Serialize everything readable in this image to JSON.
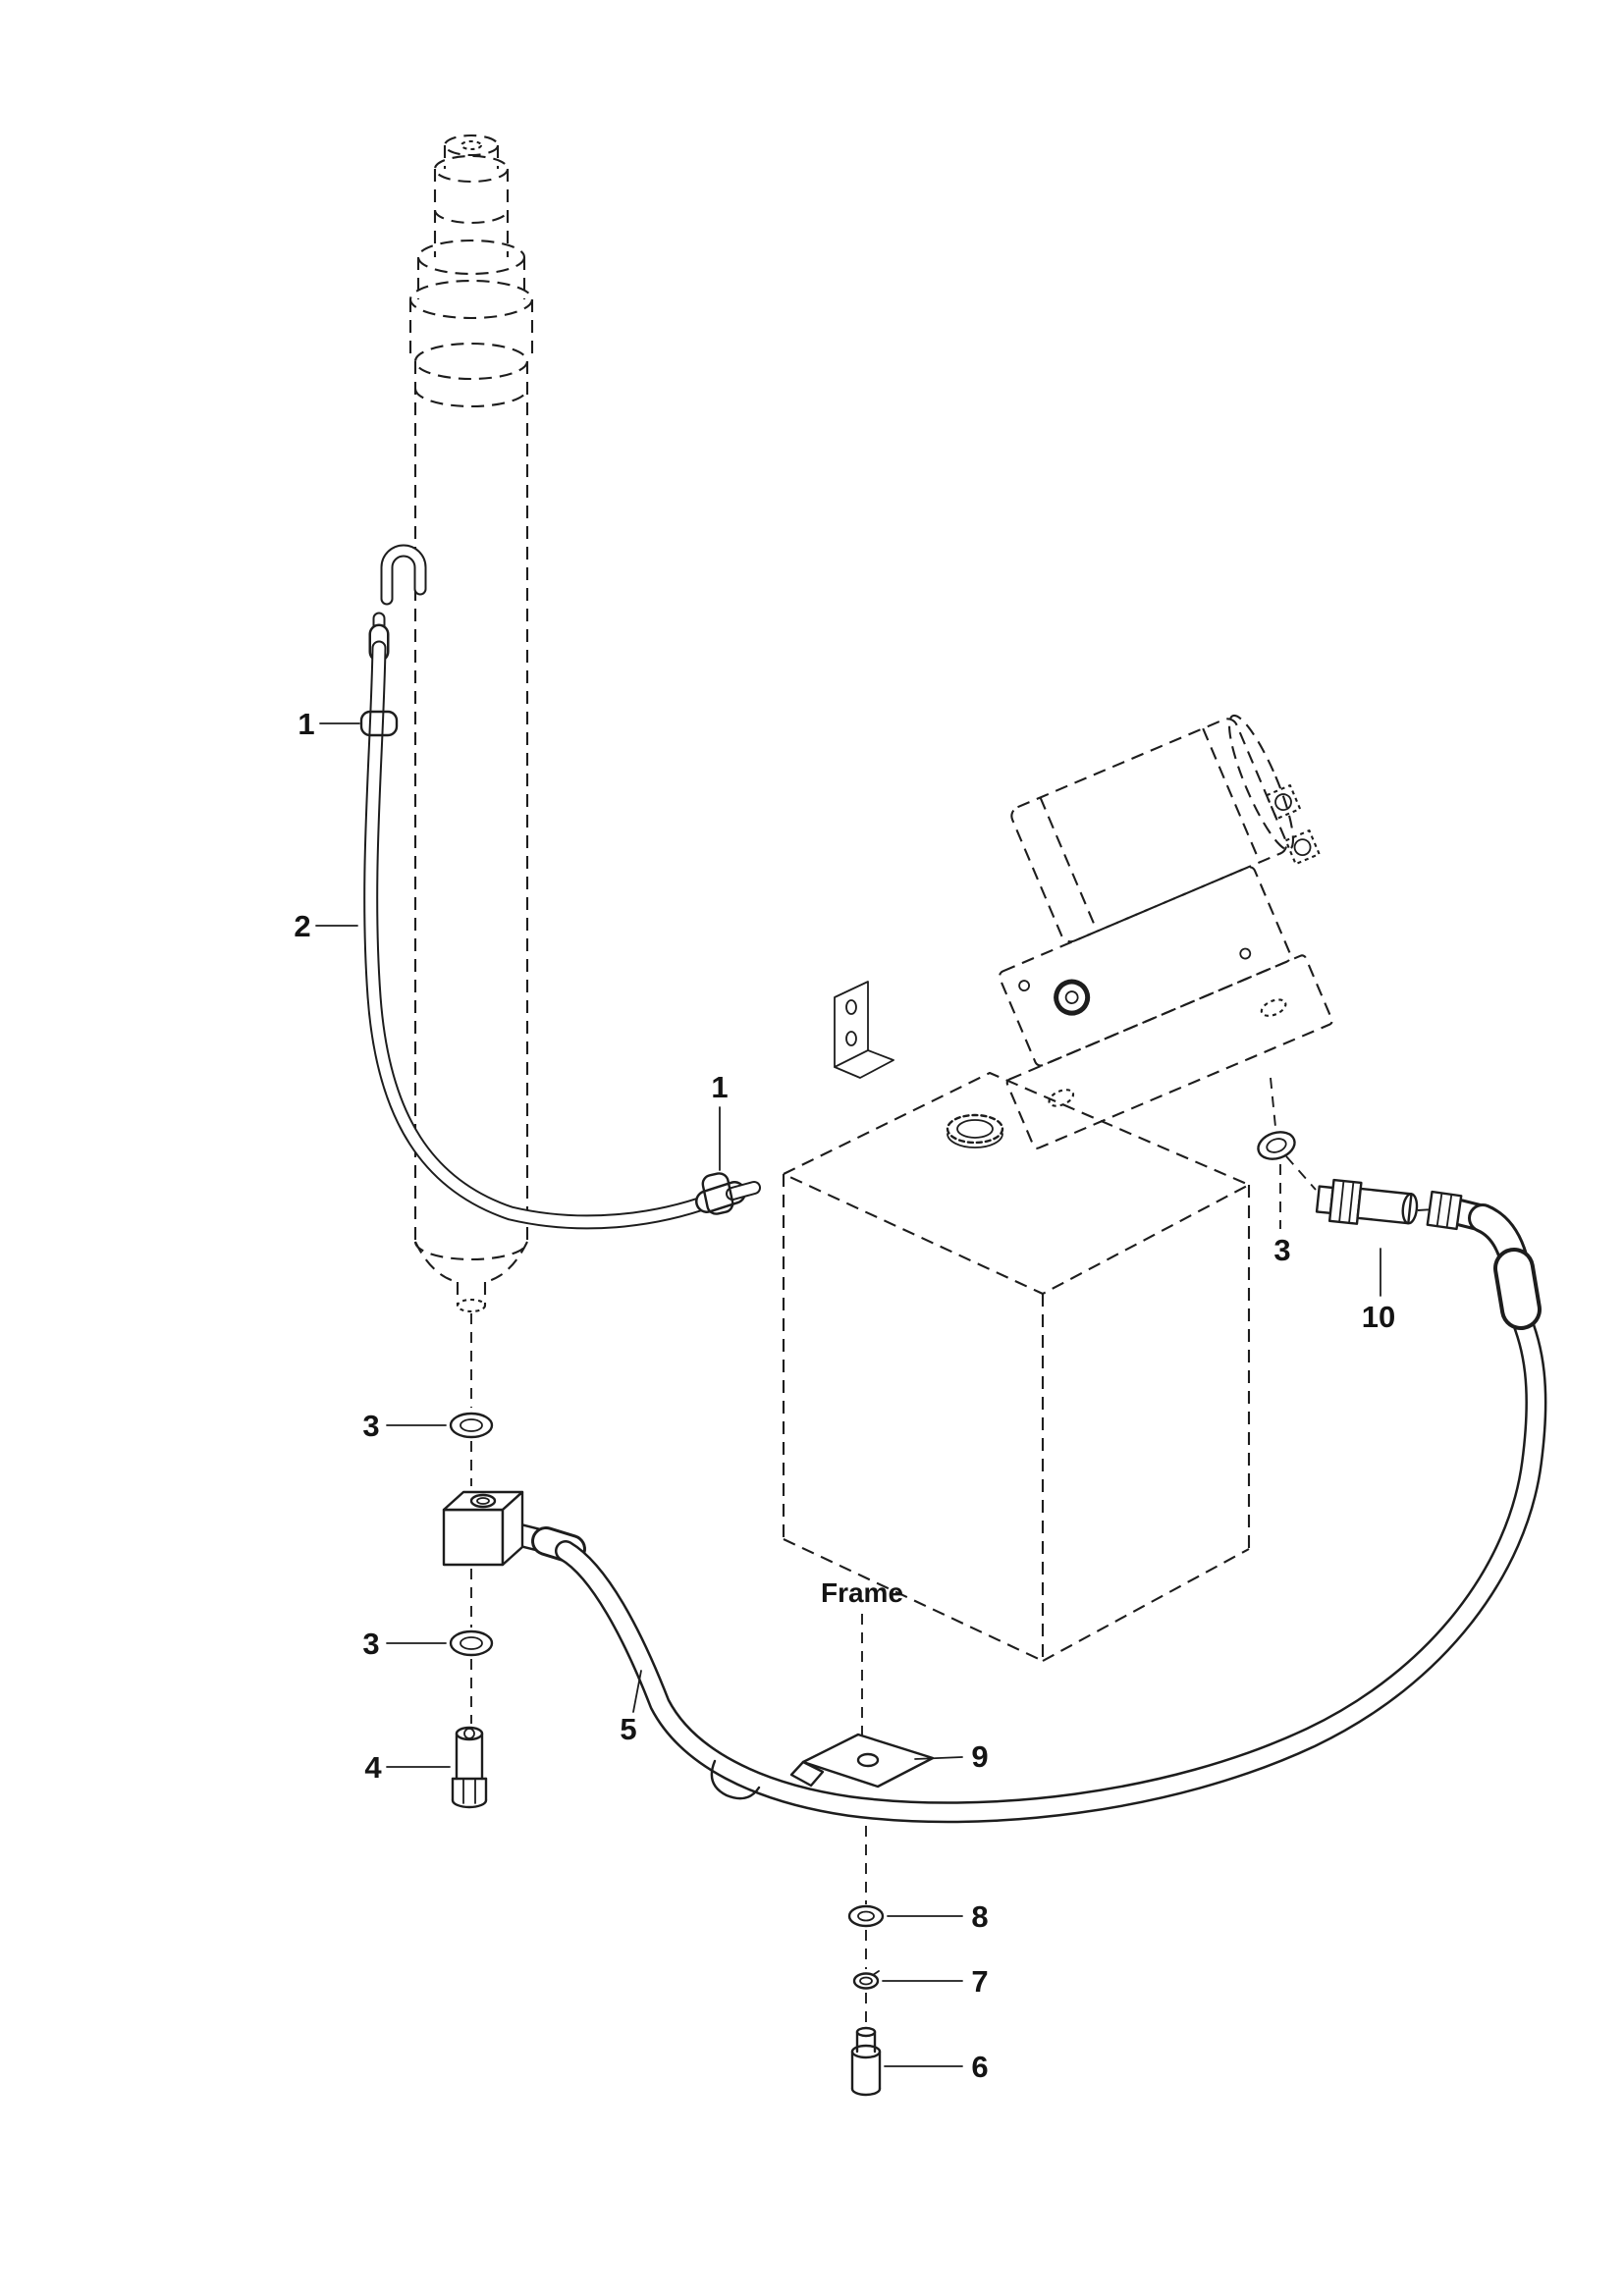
{
  "diagram": {
    "type": "exploded-parts-diagram",
    "subject": "hydraulic cylinder, oil tank, pump and hose routing",
    "colors": {
      "background": "#ffffff",
      "line": "#1d1d1d"
    },
    "frame_label": "Frame",
    "parts": [
      {
        "label": "1",
        "name": "hose-clamp-upper"
      },
      {
        "label": "2",
        "name": "drain-hose"
      },
      {
        "label": "1",
        "name": "hose-clamp-lower"
      },
      {
        "label": "3",
        "name": "seal-washer-pump-port"
      },
      {
        "label": "10",
        "name": "nipple-fitting"
      },
      {
        "label": "3",
        "name": "seal-washer-cylinder-upper"
      },
      {
        "label": "3",
        "name": "seal-washer-cylinder-lower"
      },
      {
        "label": "4",
        "name": "hollow-screw"
      },
      {
        "label": "5",
        "name": "pressure-hose"
      },
      {
        "label": "9",
        "name": "clamp-bracket"
      },
      {
        "label": "8",
        "name": "flat-washer"
      },
      {
        "label": "7",
        "name": "lock-washer"
      },
      {
        "label": "6",
        "name": "mounting-screw"
      }
    ]
  }
}
